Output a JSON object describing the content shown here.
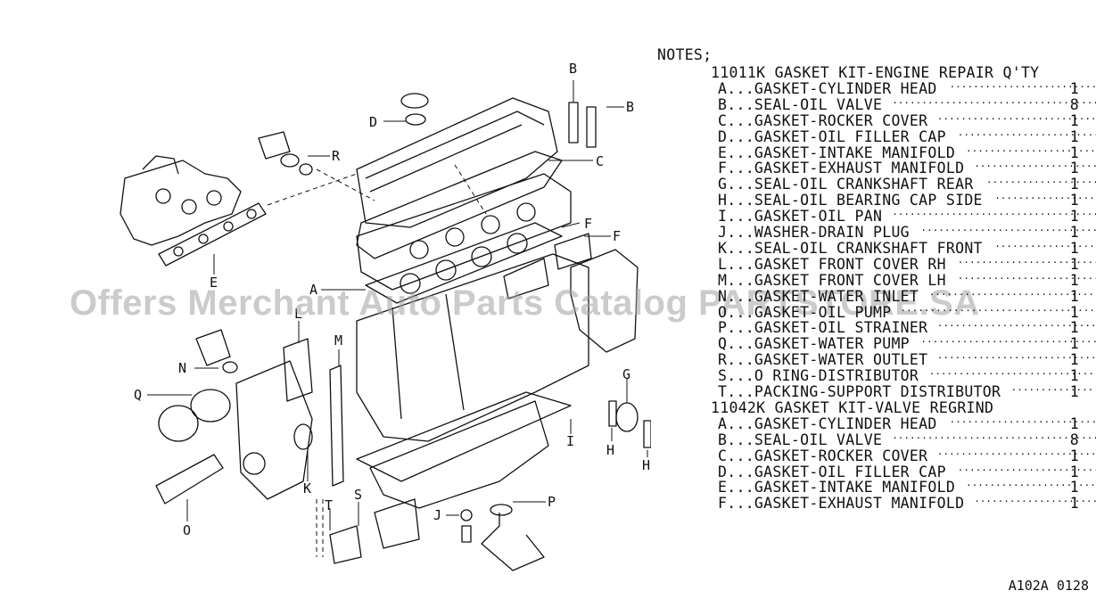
{
  "notes_header": "NOTES;",
  "kits": [
    {
      "title": "11011K GASKET KIT-ENGINE REPAIR Q'TY",
      "items": [
        {
          "label": "A...GASKET-CYLINDER HEAD",
          "qty": "1"
        },
        {
          "label": "B...SEAL-OIL VALVE",
          "qty": "8"
        },
        {
          "label": "C...GASKET-ROCKER COVER",
          "qty": "1"
        },
        {
          "label": "D...GASKET-OIL FILLER CAP",
          "qty": "1"
        },
        {
          "label": "E...GASKET-INTAKE MANIFOLD",
          "qty": "1"
        },
        {
          "label": "F...GASKET-EXHAUST MANIFOLD",
          "qty": "1"
        },
        {
          "label": "G...SEAL-OIL CRANKSHAFT REAR",
          "qty": "1"
        },
        {
          "label": "H...SEAL-OIL BEARING CAP SIDE",
          "qty": "1"
        },
        {
          "label": "I...GASKET-OIL PAN",
          "qty": "1"
        },
        {
          "label": "J...WASHER-DRAIN PLUG",
          "qty": "1"
        },
        {
          "label": "K...SEAL-OIL CRANKSHAFT FRONT",
          "qty": "1"
        },
        {
          "label": "L...GASKET FRONT COVER RH",
          "qty": "1"
        },
        {
          "label": "M...GASKET FRONT COVER LH",
          "qty": "1"
        },
        {
          "label": "N...GASKET-WATER INLET",
          "qty": "1"
        },
        {
          "label": "O...GASKET-OIL PUMP",
          "qty": "1"
        },
        {
          "label": "P...GASKET-OIL STRAINER",
          "qty": "1"
        },
        {
          "label": "Q...GASKET-WATER PUMP",
          "qty": "1"
        },
        {
          "label": "R...GASKET-WATER OUTLET",
          "qty": "1"
        },
        {
          "label": "S...O RING-DISTRIBUTOR",
          "qty": "1"
        },
        {
          "label": "T...PACKING-SUPPORT DISTRIBUTOR",
          "qty": "1"
        }
      ]
    },
    {
      "title": "11042K GASKET KIT-VALVE REGRIND",
      "items": [
        {
          "label": "A...GASKET-CYLINDER HEAD",
          "qty": "1"
        },
        {
          "label": "B...SEAL-OIL VALVE",
          "qty": "8"
        },
        {
          "label": "C...GASKET-ROCKER COVER",
          "qty": "1"
        },
        {
          "label": "D...GASKET-OIL FILLER CAP",
          "qty": "1"
        },
        {
          "label": "E...GASKET-INTAKE MANIFOLD",
          "qty": "1"
        },
        {
          "label": "F...GASKET-EXHAUST MANIFOLD",
          "qty": "1"
        }
      ]
    }
  ],
  "watermark": "Offers Merchant Auto Parts Catalog PARTSTORE.SA",
  "diagram_code": "A102A 0128",
  "callouts": [
    "B",
    "B",
    "D",
    "R",
    "C",
    "F",
    "F",
    "E",
    "A",
    "L",
    "M",
    "N",
    "Q",
    "G",
    "I",
    "H",
    "H",
    "K",
    "O",
    "T",
    "S",
    "J",
    "P"
  ]
}
